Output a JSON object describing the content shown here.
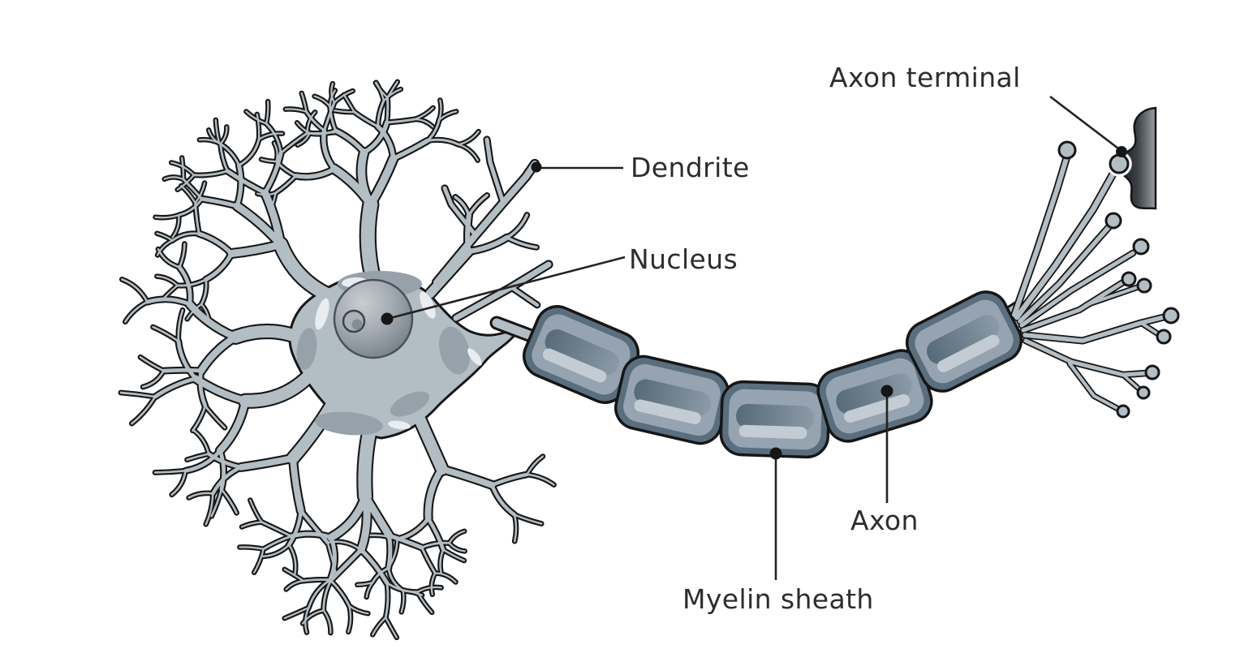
{
  "diagram": {
    "type": "neuron-anatomy-diagram",
    "background": "#ffffff",
    "parts": [
      "Dendrite",
      "Nucleus",
      "Axon",
      "Myelin sheath",
      "Axon terminal"
    ]
  },
  "labels": {
    "dendrite": {
      "text": "Dendrite"
    },
    "nucleus": {
      "text": "Nucleus"
    },
    "axon_terminal": {
      "text": "Axon terminal"
    },
    "axon": {
      "text": "Axon"
    },
    "myelin_sheath": {
      "text": "Myelin sheath"
    }
  },
  "colors": {
    "background": "#ffffff",
    "outline": "#161616",
    "membrane": "#b3bdc4",
    "soma_shadow": "#96a1aa",
    "soma_highlight": "#e9edf0",
    "nucleus_dark": "#737c85",
    "nucleus_mid": "#a6adb4",
    "nucleus_light": "#c9cdd1",
    "nucleolus": "#aab1b8",
    "myelin_outer": "#5a6e7d",
    "myelin_inner": "#95a4b0",
    "myelin_groove_dark": "#566a78",
    "myelin_groove_light": "#8b9aa6",
    "myelin_streak": "#c4ccd3",
    "synapse_dark": "#141619",
    "synapse_mid": "#3c4147",
    "synapse_light": "#9aa0a5",
    "leader_line": "#222222",
    "label_text": "#2d2d2d"
  }
}
